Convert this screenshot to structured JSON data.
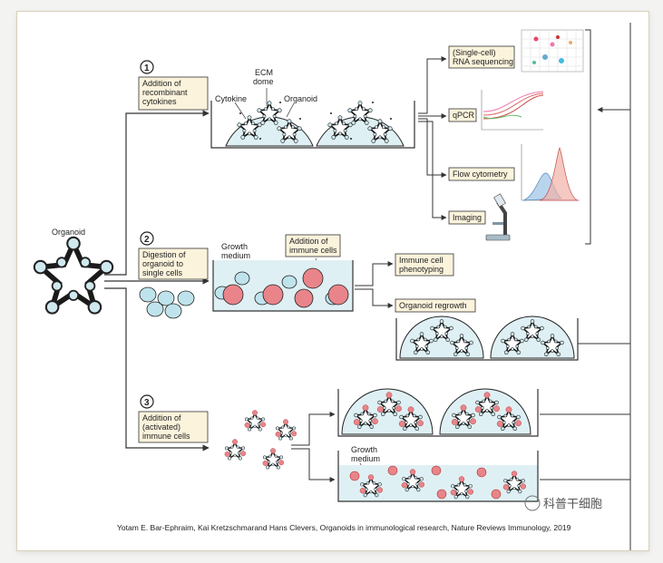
{
  "organoid_label": "Organoid",
  "steps": [
    {
      "number": "1",
      "text": [
        "Addition of",
        "recombinant",
        "cytokines"
      ]
    },
    {
      "number": "2",
      "text": [
        "Digestion of",
        "organoid to",
        "single cells"
      ]
    },
    {
      "number": "3",
      "text": [
        "Addition of",
        "(activated)",
        "immune cells"
      ]
    }
  ],
  "dome_labels": {
    "cytokine": "Cytokine",
    "ecm": [
      "ECM",
      "dome"
    ],
    "organoid": "Organoid"
  },
  "outputs": {
    "rna": [
      "(Single-cell)",
      "RNA sequencing"
    ],
    "qpcr": "qPCR",
    "flow": "Flow cytometry",
    "imaging": "Imaging",
    "phenotyping": [
      "Immune cell",
      "phenotyping"
    ],
    "regrowth": "Organoid regrowth"
  },
  "growth_medium": [
    "Growth",
    "medium"
  ],
  "immune_addition": [
    "Addition of",
    "immune cells"
  ],
  "citation": "Yotam E. Bar-Ephraim, Kai Kretzschmarand Hans Clevers, Organoids in immunological research, Nature Reviews  Immunology, 2019",
  "watermark": "科普干细胞",
  "colors": {
    "ecm": "#dff0f4",
    "cell": "#bfe3ec",
    "immune": "#e9858a",
    "box": "#fbf3dc",
    "line": "#333333"
  }
}
